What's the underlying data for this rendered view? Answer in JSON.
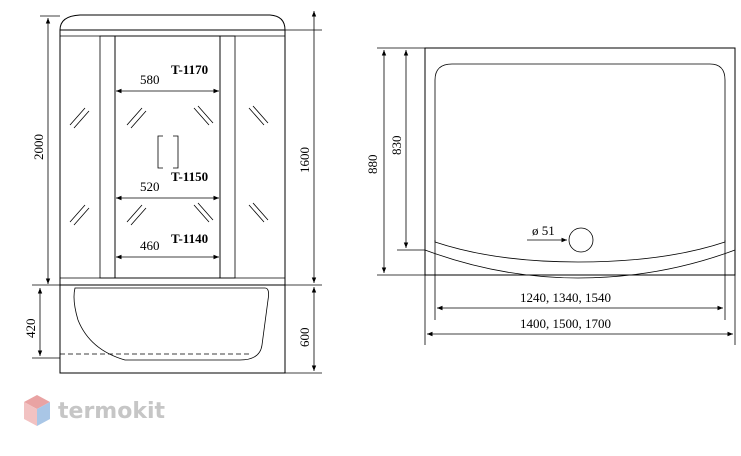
{
  "front_view": {
    "height_total": "2000",
    "height_cabin": "1600",
    "height_bath": "600",
    "height_seat": "420",
    "models": [
      {
        "name": "T-1170",
        "width": "580"
      },
      {
        "name": "T-1150",
        "width": "520"
      },
      {
        "name": "T-1140",
        "width": "460"
      }
    ]
  },
  "top_view": {
    "depth_total": "880",
    "depth_inner": "830",
    "drain": "ø 51",
    "width_inner": "1240, 1340, 1540",
    "width_outer": "1400, 1500, 1700"
  },
  "logo": {
    "text": "termokit",
    "colors": [
      "#e9a3a3",
      "#a9c6e6",
      "#c9d9ec"
    ]
  }
}
